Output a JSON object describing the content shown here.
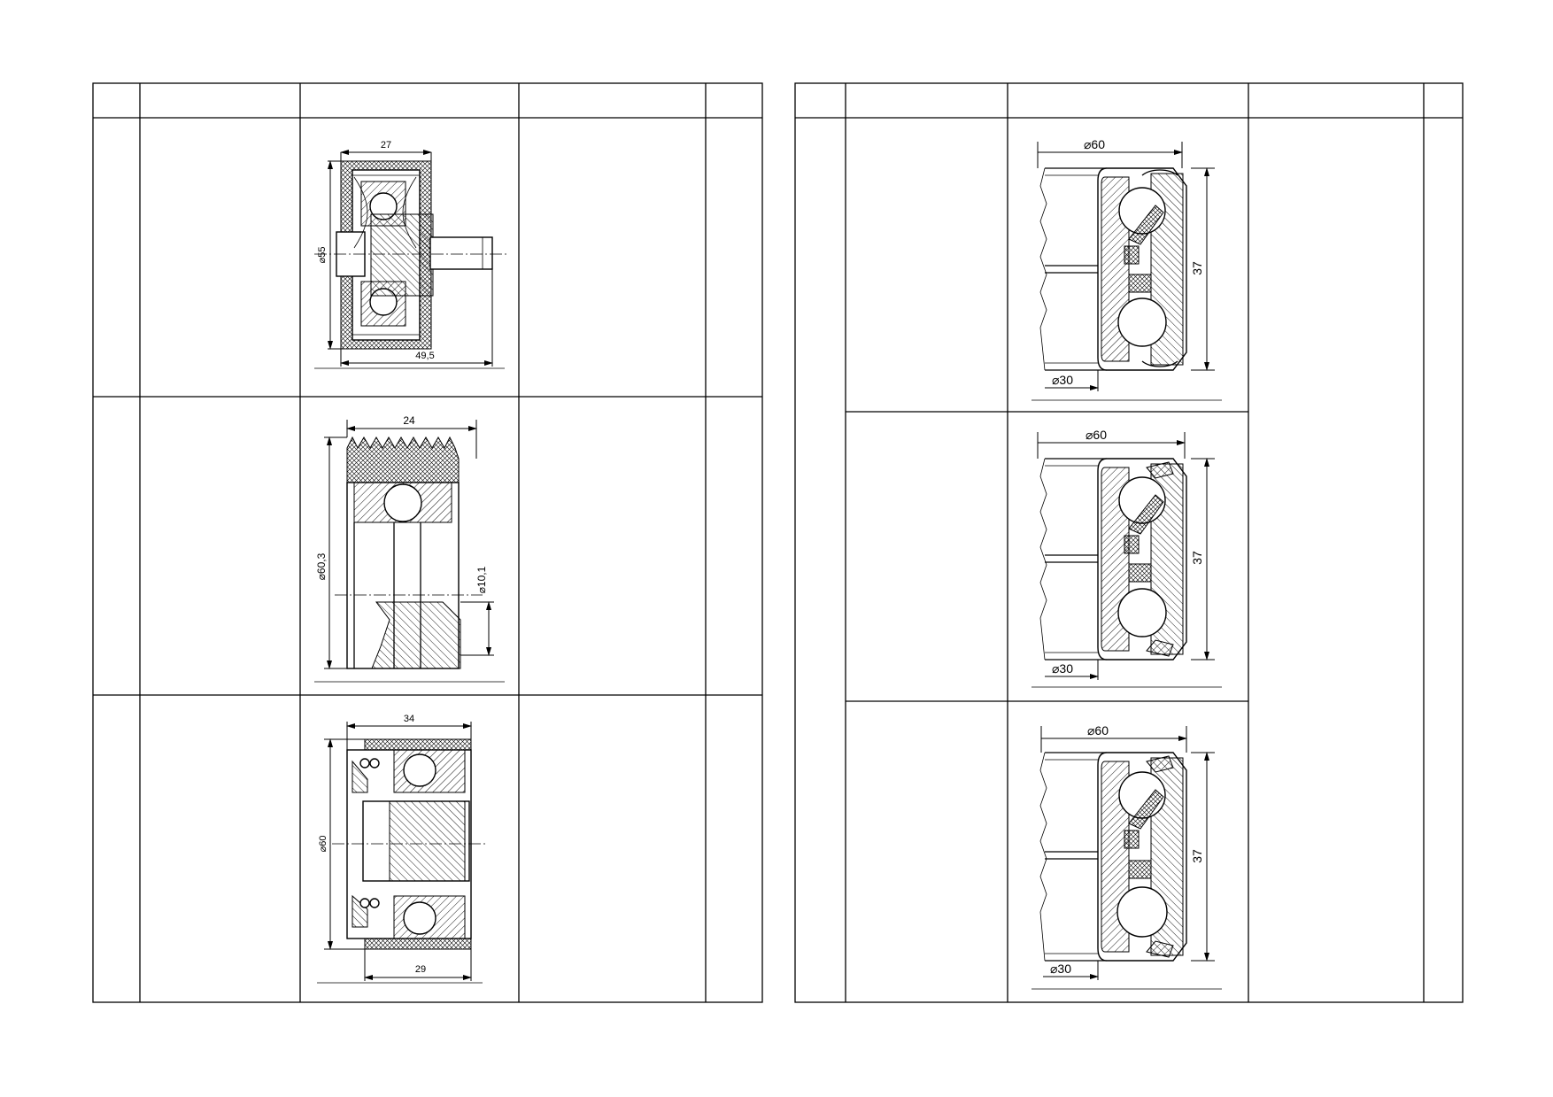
{
  "left_table": {
    "rows": [
      {
        "drawing": {
          "dims": [
            "27",
            "⌀55",
            "49,5"
          ]
        }
      },
      {
        "drawing": {
          "dims": [
            "24",
            "⌀60,3",
            "⌀10,1"
          ]
        }
      },
      {
        "drawing": {
          "dims": [
            "34",
            "⌀60",
            "29"
          ]
        }
      }
    ]
  },
  "right_table": {
    "rows": [
      {
        "drawing": {
          "dims": [
            "⌀60",
            "37",
            "⌀30"
          ]
        }
      },
      {
        "drawing": {
          "dims": [
            "⌀60",
            "37",
            "⌀30"
          ]
        }
      },
      {
        "drawing": {
          "dims": [
            "⌀60",
            "37",
            "⌀30"
          ]
        }
      }
    ]
  },
  "colors": {
    "line": "#000000",
    "paper": "#ffffff"
  }
}
